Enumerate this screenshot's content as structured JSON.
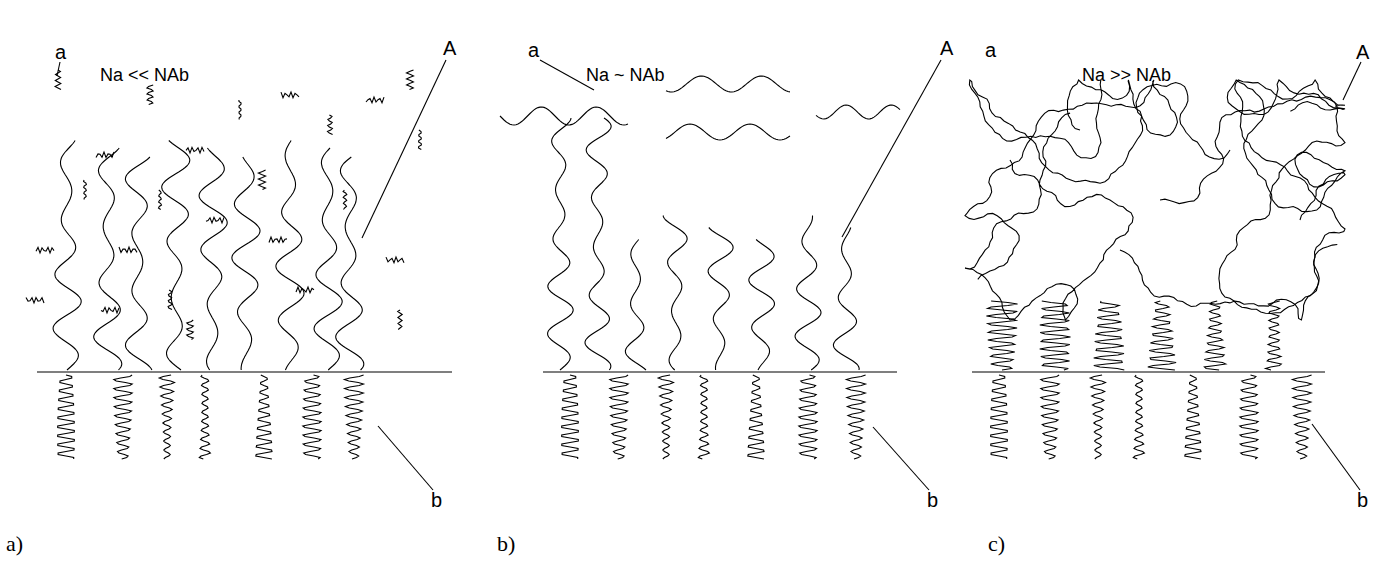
{
  "diagram": {
    "labels": [
      "Na << NAb",
      "a",
      "A",
      "b",
      "a)",
      "Na ~ NAb",
      "a",
      "A",
      "b",
      "b)",
      "Na >> NAb",
      "a",
      "A",
      "b",
      "c)"
    ]
  }
}
